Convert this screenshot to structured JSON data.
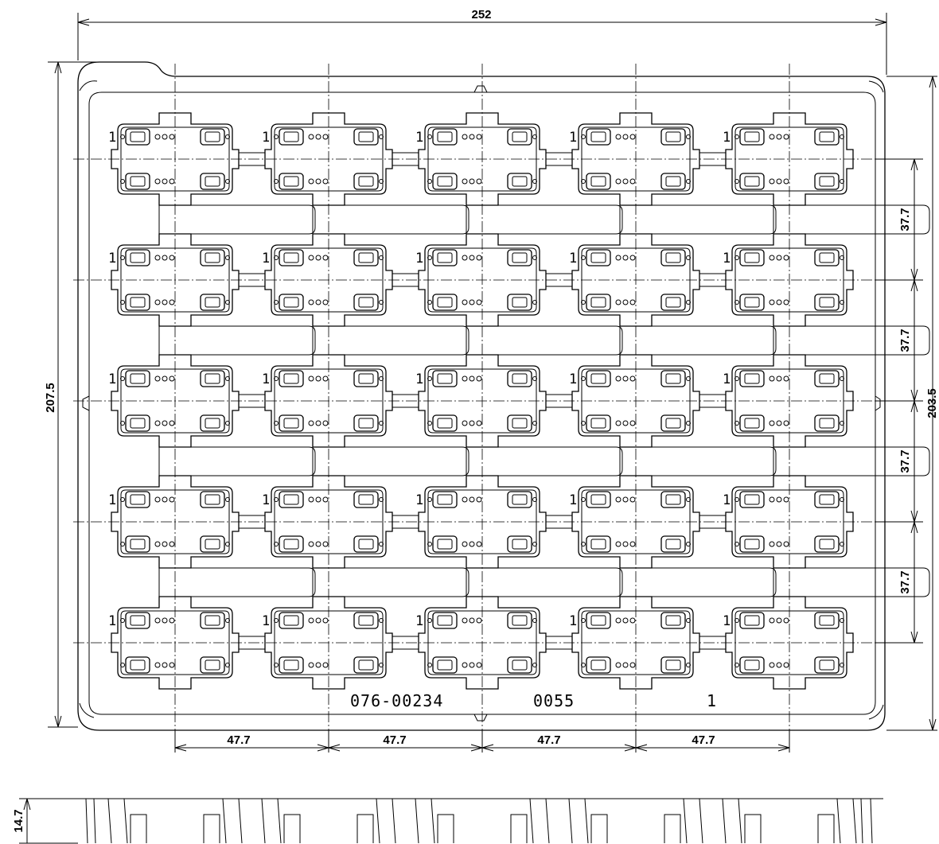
{
  "tray": {
    "columns": 5,
    "rows": 5,
    "pocket_marker": "1"
  },
  "dimensions": {
    "overall_width": "252",
    "overall_height": "207.5",
    "pitch_height_total": "203.5",
    "row_pitch": "37.7",
    "column_pitch": "47.7",
    "depth": "14.7"
  },
  "markings": {
    "part_number": "076-00234",
    "code": "0055",
    "index": "1"
  }
}
